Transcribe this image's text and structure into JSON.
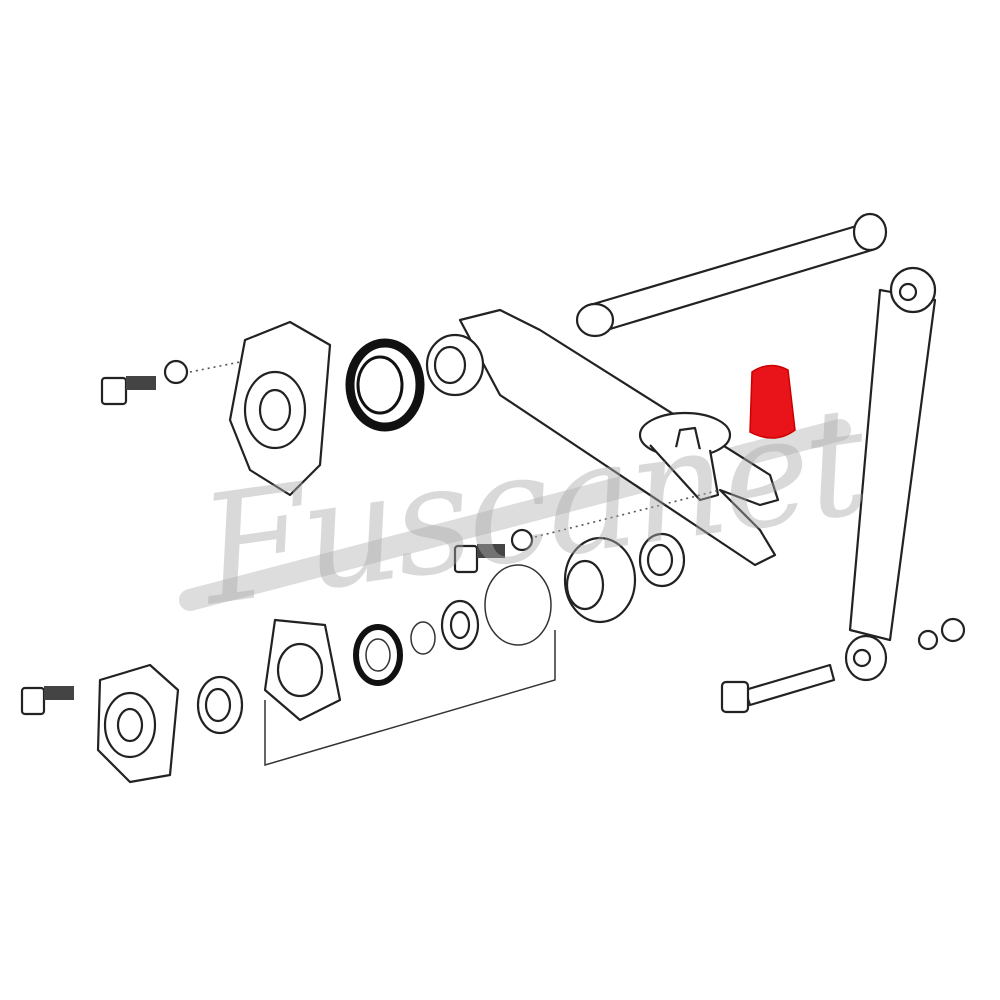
{
  "watermark": {
    "text": "Fuscanet"
  },
  "diagram": {
    "type": "exploded-parts-diagram",
    "highlighted_part": "bump-stop",
    "highlight_color": "#e8141a",
    "line_color": "#222222",
    "watermark_color": "#bdbdbd"
  }
}
